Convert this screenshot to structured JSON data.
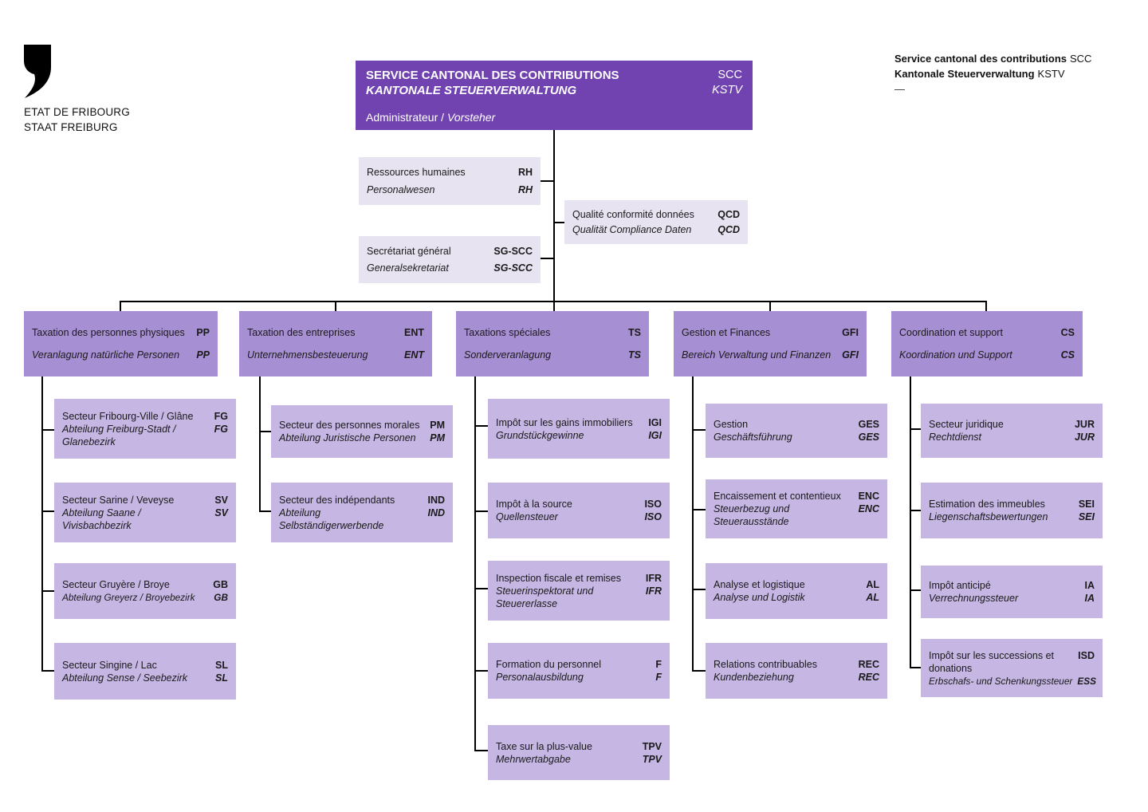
{
  "colors": {
    "headerBg": "#7143b1",
    "branchBg": "#a78fd3",
    "childBg": "#c5b6e3",
    "staffBg": "#e7e3f1",
    "line": "#000000",
    "text": "#1a1a1a"
  },
  "logo": {
    "mark": "fribourg-comma",
    "line1": "ETAT DE FRIBOURG",
    "line2": "STAAT FREIBURG"
  },
  "corner": {
    "fr": "Service cantonal des contributions",
    "fr_abbr": "SCC",
    "de": "Kantonale Steuerverwaltung",
    "de_abbr": "KSTV",
    "dash": "—"
  },
  "root": {
    "fr": "SERVICE CANTONAL DES CONTRIBUTIONS",
    "fr_abbr": "SCC",
    "de": "KANTONALE STEUERVERWALTUNG",
    "de_abbr": "KSTV",
    "role_fr": "Administrateur /",
    "role_de": "Vorsteher"
  },
  "staff": [
    {
      "fr": "Ressources humaines",
      "fr_abbr": "RH",
      "de": "Personalwesen",
      "de_abbr": "RH"
    },
    {
      "fr": "Qualité conformité données",
      "fr_abbr": "QCD",
      "de": "Qualität Compliance Daten",
      "de_abbr": "QCD"
    },
    {
      "fr": "Secrétariat général",
      "fr_abbr": "SG-SCC",
      "de": "Generalsekretariat",
      "de_abbr": "SG-SCC"
    }
  ],
  "branches": [
    {
      "fr": "Taxation des personnes physiques",
      "fr_abbr": "PP",
      "de": "Veranlagung natürliche Personen",
      "de_abbr": "PP",
      "children": [
        {
          "fr": "Secteur Fribourg-Ville / Glâne",
          "fr_abbr": "FG",
          "de": "Abteilung Freiburg-Stadt / Glanebezirk",
          "de_abbr": "FG"
        },
        {
          "fr": "Secteur Sarine / Veveyse",
          "fr_abbr": "SV",
          "de": "Abteilung Saane / Vivisbachbezirk",
          "de_abbr": "SV"
        },
        {
          "fr": "Secteur Gruyère / Broye",
          "fr_abbr": "GB",
          "de": "Abteilung Greyerz / Broyebezirk",
          "de_abbr": "GB"
        },
        {
          "fr": "Secteur Singine / Lac",
          "fr_abbr": "SL",
          "de": "Abteilung Sense / Seebezirk",
          "de_abbr": "SL"
        }
      ]
    },
    {
      "fr": "Taxation des entreprises",
      "fr_abbr": "ENT",
      "de": "Unternehmensbesteuerung",
      "de_abbr": "ENT",
      "children": [
        {
          "fr": "Secteur des personnes morales",
          "fr_abbr": "PM",
          "de": "Abteilung Juristische Personen",
          "de_abbr": "PM"
        },
        {
          "fr": "Secteur des indépendants",
          "fr_abbr": "IND",
          "de": "Abteilung Selbständigerwerbende",
          "de_abbr": "IND"
        }
      ]
    },
    {
      "fr": "Taxations spéciales",
      "fr_abbr": "TS",
      "de": "Sonderveranlagung",
      "de_abbr": "TS",
      "children": [
        {
          "fr": "Impôt sur les gains immobiliers",
          "fr_abbr": "IGI",
          "de": "Grundstückgewinne",
          "de_abbr": "IGI"
        },
        {
          "fr": "Impôt à la source",
          "fr_abbr": "ISO",
          "de": "Quellensteuer",
          "de_abbr": "ISO"
        },
        {
          "fr": "Inspection fiscale et remises",
          "fr_abbr": "IFR",
          "de": "Steuerinspektorat und Steuererlasse",
          "de_abbr": "IFR"
        },
        {
          "fr": "Formation du personnel",
          "fr_abbr": "F",
          "de": "Personalausbildung",
          "de_abbr": "F"
        },
        {
          "fr": "Taxe sur la plus-value",
          "fr_abbr": "TPV",
          "de": "Mehrwertabgabe",
          "de_abbr": "TPV"
        }
      ]
    },
    {
      "fr": "Gestion et Finances",
      "fr_abbr": "GFI",
      "de": "Bereich Verwaltung und Finanzen",
      "de_abbr": "GFI",
      "children": [
        {
          "fr": "Gestion",
          "fr_abbr": "GES",
          "de": "Geschäftsführung",
          "de_abbr": "GES"
        },
        {
          "fr": "Encaissement et contentieux",
          "fr_abbr": "ENC",
          "de": "Steuerbezug und Steuerausstände",
          "de_abbr": "ENC"
        },
        {
          "fr": "Analyse et logistique",
          "fr_abbr": "AL",
          "de": "Analyse und Logistik",
          "de_abbr": "AL"
        },
        {
          "fr": "Relations contribuables",
          "fr_abbr": "REC",
          "de": "Kundenbeziehung",
          "de_abbr": "REC"
        }
      ]
    },
    {
      "fr": "Coordination et support",
      "fr_abbr": "CS",
      "de": "Koordination und Support",
      "de_abbr": "CS",
      "children": [
        {
          "fr": "Secteur juridique",
          "fr_abbr": "JUR",
          "de": "Rechtdienst",
          "de_abbr": "JUR"
        },
        {
          "fr": "Estimation des immeubles",
          "fr_abbr": "SEI",
          "de": "Liegenschaftsbewertungen",
          "de_abbr": "SEI"
        },
        {
          "fr": "Impôt anticipé",
          "fr_abbr": "IA",
          "de": "Verrechnungssteuer",
          "de_abbr": "IA"
        },
        {
          "fr": "Impôt sur les successions et donations",
          "fr_abbr": "ISD",
          "de": "Erbschafs- und Schenkungssteuer",
          "de_abbr": "ESS"
        }
      ]
    }
  ]
}
